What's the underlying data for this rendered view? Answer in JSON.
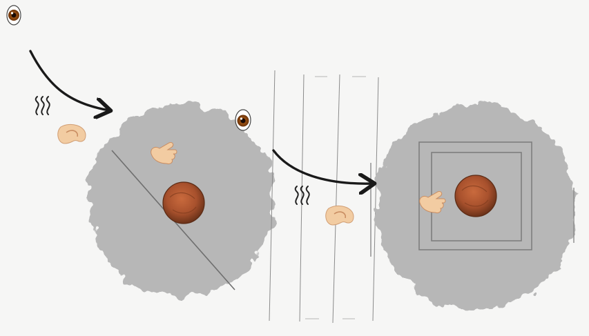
{
  "diagram": {
    "panels": [
      {
        "id": "left",
        "elements": [
          "eye-icon",
          "curved-arrow",
          "sound-waves-icon",
          "ear-icon",
          "hand-icon",
          "head-top-view",
          "diagonal-line"
        ]
      },
      {
        "id": "right",
        "elements": [
          "eye-icon",
          "curved-arrow",
          "sound-waves-icon",
          "ear-icon",
          "hand-icon",
          "head-top-view",
          "inner-square",
          "outer-square"
        ]
      }
    ],
    "separator": "vertical-parallel-lines",
    "colors": {
      "background": "#f6f6f5",
      "blob": "#b7b7b7",
      "head": "#b0532f",
      "skin": "#f2cca2",
      "arrow": "#1a1a1a",
      "frame": "#7e7e7e"
    }
  }
}
